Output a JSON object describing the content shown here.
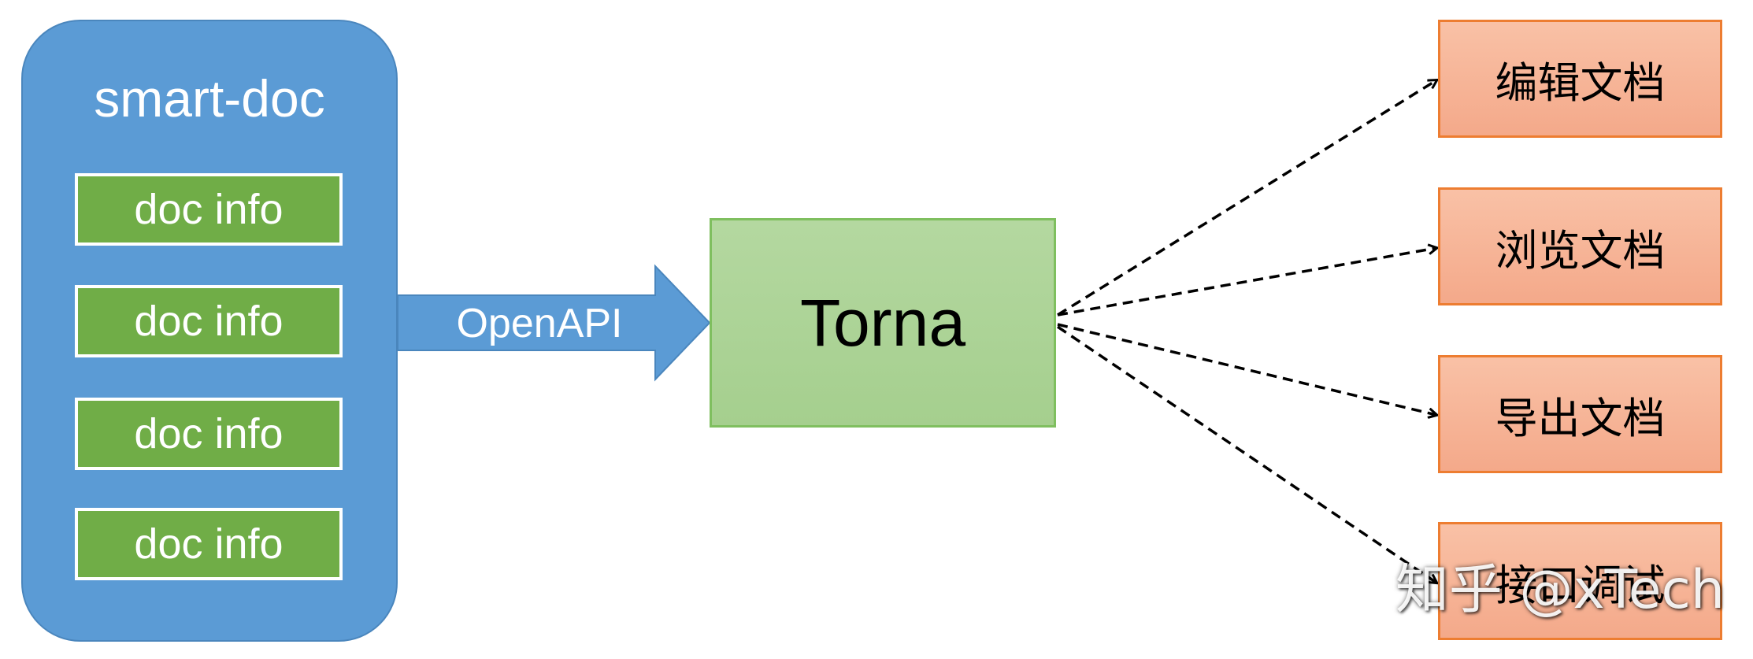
{
  "source": {
    "title": "smart-doc",
    "items": [
      "doc info",
      "doc info",
      "doc info",
      "doc info"
    ]
  },
  "connector": {
    "label": "OpenAPI"
  },
  "hub": {
    "label": "Torna"
  },
  "actions": [
    "编辑文档",
    "浏览文档",
    "导出文档",
    "接口调试"
  ],
  "watermark": "知乎 @xTech",
  "colors": {
    "source_bg": "#5b9bd5",
    "item_bg": "#70ad47",
    "hub_bg": "#a9d18e",
    "action_bg": "#f4b183",
    "action_border": "#ed7d31"
  }
}
